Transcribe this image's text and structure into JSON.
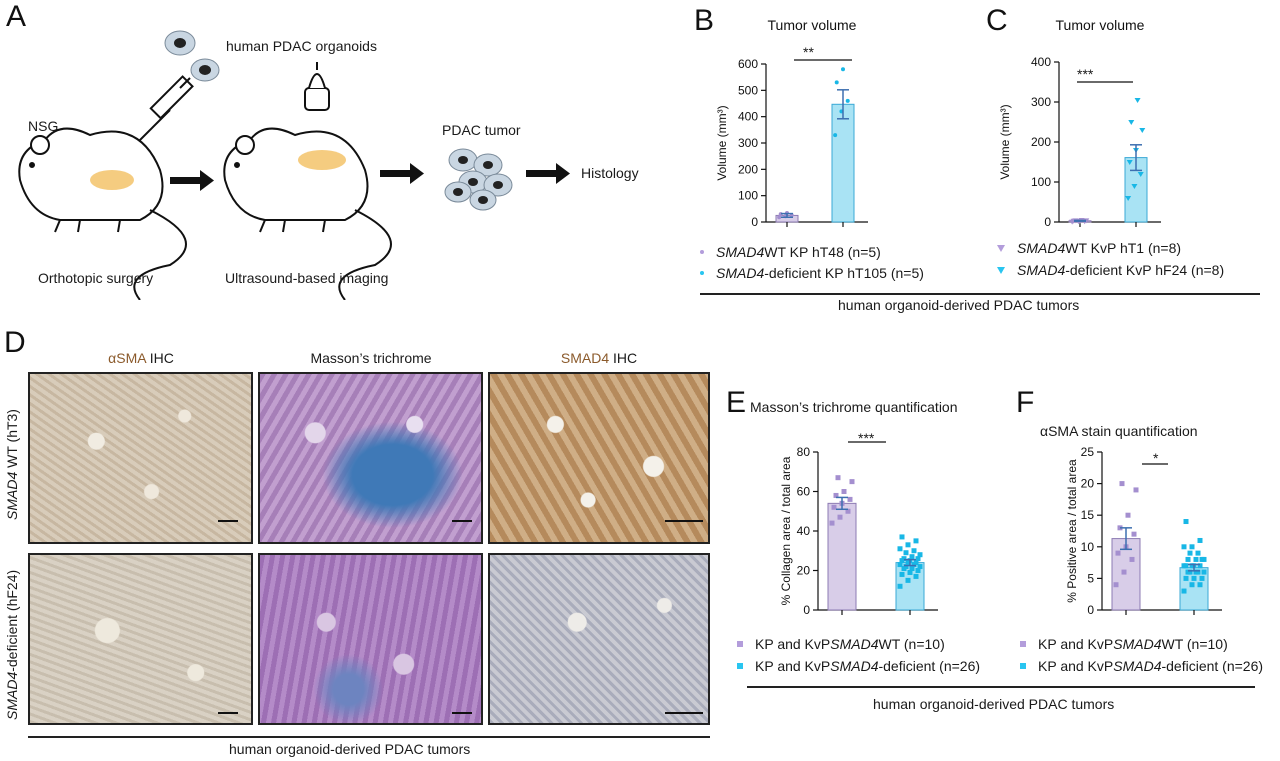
{
  "panel_a": {
    "letter": "A",
    "organoids_label": "human PDAC organoids",
    "nsg_label": "NSG",
    "tumor_label": "PDAC tumor",
    "histology_label": "Histology",
    "surgery_label": "Orthotopic surgery",
    "imaging_label": "Ultrasound-based imaging"
  },
  "panel_b": {
    "letter": "B",
    "significance": "**",
    "legend": [
      {
        "italic": "SMAD4",
        "rest": " WT KP hT48 (n=5)",
        "color": "#b39ddb"
      },
      {
        "italic": "SMAD4",
        "rest": "-deficient KP hT105 (n=5)",
        "color": "#29c5f0"
      }
    ]
  },
  "panel_c": {
    "letter": "C",
    "significance": "***",
    "legend": [
      {
        "italic": "SMAD4",
        "rest": " WT KvP hT1 (n=8)",
        "color": "#b39ddb"
      },
      {
        "italic": "SMAD4",
        "rest": "-deficient KvP hF24 (n=8)",
        "color": "#29c5f0"
      }
    ]
  },
  "bc_footer": "human organoid-derived PDAC tumors",
  "panel_d": {
    "letter": "D",
    "col_headers": [
      {
        "colored": "αSMA",
        "plain": " IHC"
      },
      {
        "colored": "",
        "plain": "Masson’s trichrome"
      },
      {
        "colored": "SMAD4",
        "plain": " IHC"
      }
    ],
    "row_labels": [
      {
        "italic": "SMAD4",
        "rest": " WT (hT3)"
      },
      {
        "italic": "SMAD4",
        "rest": "-deficient (hF24)"
      }
    ],
    "footer": "human organoid-derived PDAC tumors"
  },
  "panel_e": {
    "letter": "E",
    "title": "Masson’s trichrome quantification",
    "significance": "***"
  },
  "panel_f": {
    "letter": "F",
    "title": "αSMA stain quantification",
    "significance": "*"
  },
  "ef_legend": [
    {
      "plain": "KP and KvP ",
      "italic": "SMAD4",
      "rest": " WT (n=10)",
      "color": "#b39ddb"
    },
    {
      "plain": "KP and KvP ",
      "italic": "SMAD4",
      "rest": "-deficient (n=26)",
      "color": "#29c5f0"
    }
  ],
  "ef_footer": "human organoid-derived PDAC tumors",
  "colors": {
    "wt": "#d8cde8",
    "wt_point": "#a48fcf",
    "def": "#a9e3f4",
    "def_point": "#18b7e6",
    "err": "#3d6fb0",
    "brown": "#8b5a2b"
  },
  "chart_data": [
    {
      "panel": "B",
      "type": "bar",
      "title": "Tumor volume",
      "ylabel": "Volume (mm³)",
      "ylim": [
        0,
        600
      ],
      "yticks": [
        0,
        100,
        200,
        300,
        400,
        500,
        600
      ],
      "categories": [
        "SMAD4 WT KP hT48",
        "SMAD4-deficient KP hT105"
      ],
      "values": [
        25,
        447
      ],
      "sem": [
        7,
        55
      ],
      "points": [
        [
          18,
          22,
          26,
          30,
          34
        ],
        [
          330,
          420,
          460,
          530,
          580
        ]
      ]
    },
    {
      "panel": "C",
      "type": "bar",
      "title": "Tumor volume",
      "ylabel": "Volume (mm³)",
      "ylim": [
        0,
        400
      ],
      "yticks": [
        0,
        100,
        200,
        300,
        400
      ],
      "categories": [
        "SMAD4 WT KvP hT1",
        "SMAD4-deficient KvP hF24"
      ],
      "values": [
        3,
        161
      ],
      "sem": [
        1,
        32
      ],
      "points": [
        [
          1,
          2,
          2,
          3,
          3,
          4,
          4,
          5
        ],
        [
          60,
          90,
          120,
          150,
          180,
          230,
          250,
          305
        ]
      ]
    },
    {
      "panel": "E",
      "type": "bar",
      "title": "Masson’s trichrome quantification",
      "ylabel": "% Collagen area / total area",
      "ylim": [
        0,
        80
      ],
      "yticks": [
        0,
        20,
        40,
        60,
        80
      ],
      "categories": [
        "KP and KvP SMAD4 WT",
        "KP and KvP SMAD4-deficient"
      ],
      "values": [
        54,
        24
      ],
      "sem": [
        3,
        1.5
      ],
      "points": [
        [
          44,
          47,
          50,
          52,
          54,
          56,
          58,
          60,
          65,
          67
        ],
        [
          12,
          15,
          17,
          18,
          19,
          20,
          21,
          21,
          22,
          22,
          23,
          23,
          24,
          24,
          25,
          25,
          26,
          26,
          27,
          28,
          29,
          30,
          31,
          33,
          35,
          37
        ]
      ]
    },
    {
      "panel": "F",
      "type": "bar",
      "title": "αSMA stain quantification",
      "ylabel": "% Positive area / total area",
      "ylim": [
        0,
        25
      ],
      "yticks": [
        0,
        5,
        10,
        15,
        20,
        25
      ],
      "categories": [
        "KP and KvP SMAD4 WT",
        "KP and KvP SMAD4-deficient"
      ],
      "values": [
        11.3,
        6.7
      ],
      "sem": [
        1.7,
        0.5
      ],
      "points": [
        [
          4,
          6,
          8,
          9,
          10,
          12,
          13,
          15,
          19,
          20
        ],
        [
          3,
          4,
          4,
          5,
          5,
          5,
          6,
          6,
          6,
          6,
          6,
          7,
          7,
          7,
          7,
          7,
          8,
          8,
          8,
          8,
          9,
          9,
          10,
          10,
          11,
          14
        ]
      ]
    }
  ]
}
